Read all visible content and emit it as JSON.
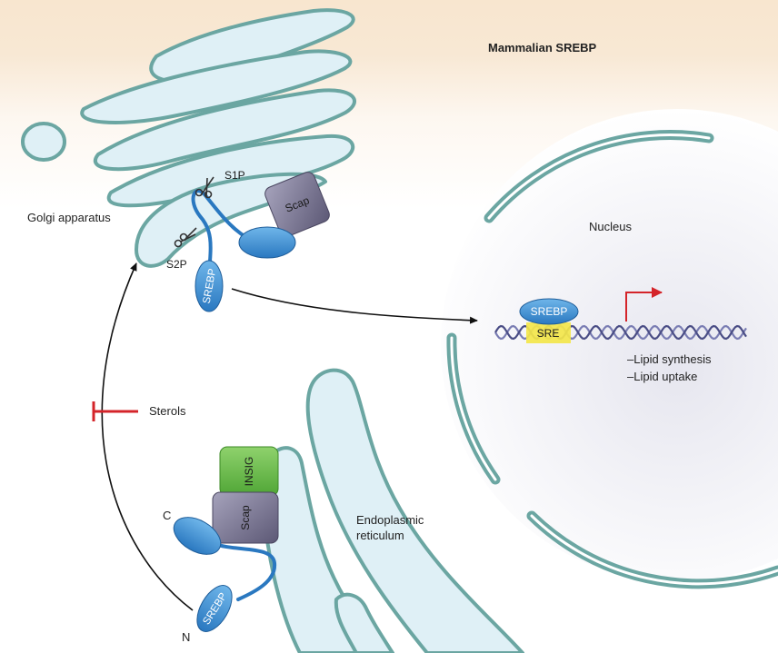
{
  "title": "Mammalian SREBP",
  "labels": {
    "golgi": "Golgi apparatus",
    "nucleus": "Nucleus",
    "er_line1": "Endoplasmic",
    "er_line2": "reticulum",
    "sterols": "Sterols",
    "s1p": "S1P",
    "s2p": "S2P",
    "c_term": "C",
    "n_term": "N",
    "effect1": "–Lipid synthesis",
    "effect2": "–Lipid uptake"
  },
  "proteins": {
    "srebp": "SREBP",
    "scap": "Scap",
    "insig": "INSIG",
    "sre": "SRE"
  },
  "colors": {
    "membrane": "#6ba6a2",
    "lumen": "#dff0f6",
    "srebp": "#3a8fd4",
    "scap": "#6e6a85",
    "insig": "#5fb243",
    "sre": "#f3e64a",
    "dna": "#7a7db3",
    "inhibit": "#d4242a",
    "tss_arrow": "#d4242a"
  }
}
